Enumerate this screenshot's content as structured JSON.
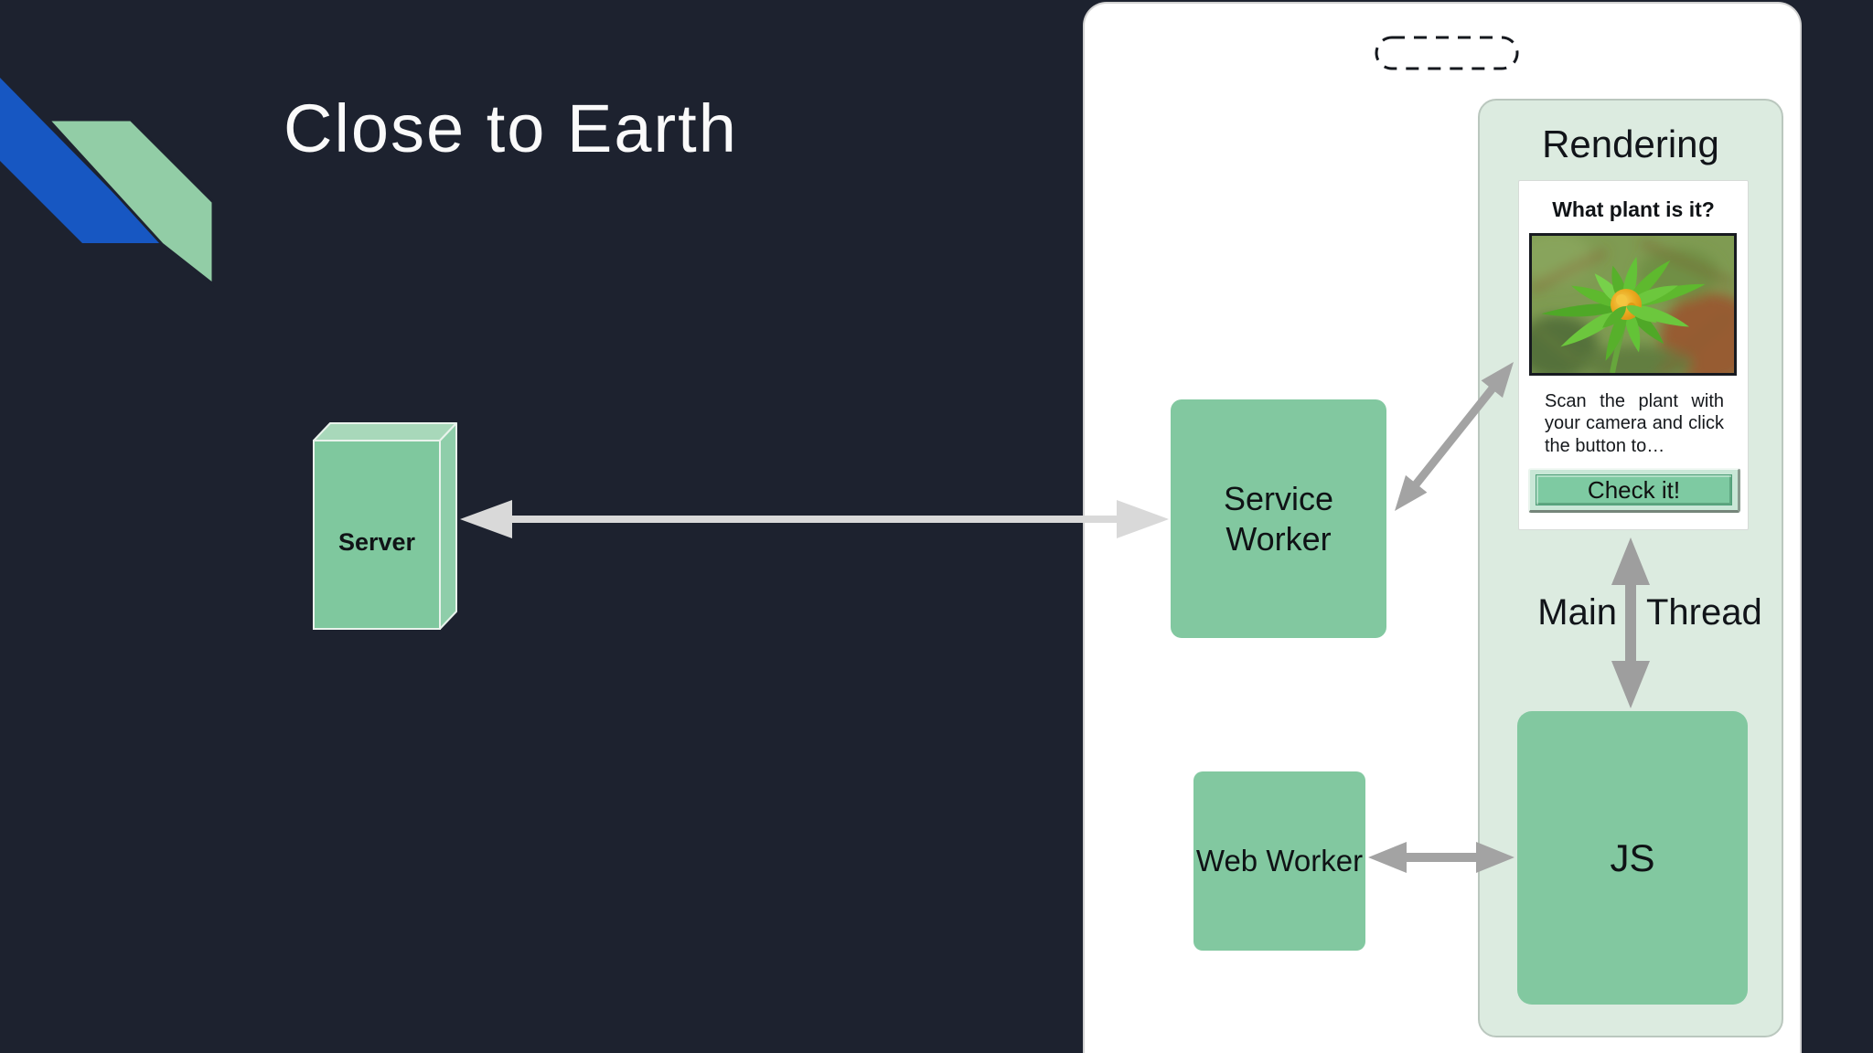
{
  "slide": {
    "title": "Close to Earth"
  },
  "server": {
    "label": "Server"
  },
  "phone": {
    "service_worker_label": "Service Worker",
    "web_worker_label": "Web Worker",
    "app": {
      "panel_label": "Rendering",
      "js_label": "JS",
      "thread_label_left": "Main",
      "thread_label_right": "Thread",
      "card": {
        "heading": "What plant is it?",
        "body": "Scan the plant with your camera and click the button to…",
        "button_label": "Check it!"
      }
    }
  },
  "icons": {
    "phone_speaker": "dashed-pill",
    "plant_photo": "green plant with orange-yellow bud on brown ground"
  },
  "colors": {
    "background": "#1d222f",
    "box_green": "#82c8a0",
    "panel_green": "#dcebe0",
    "accent_blue": "#1757c2",
    "accent_green": "#92cda6",
    "arrow_light": "#d9d9d9",
    "arrow_gray": "#a3a3a3",
    "title_text": "#fafafa"
  }
}
